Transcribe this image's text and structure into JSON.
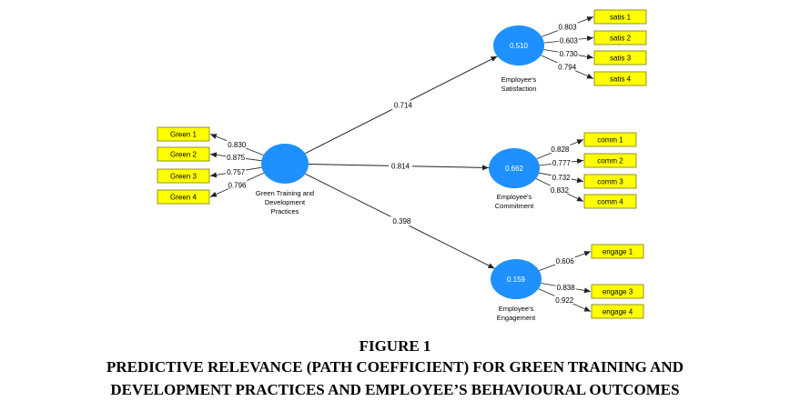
{
  "figure": {
    "number": "FIGURE 1",
    "title_line1": "PREDICTIVE RELEVANCE (PATH COEFFICIENT) FOR GREEN TRAINING AND",
    "title_line2": "DEVELOPMENT PRACTICES AND EMPLOYEE’S BEHAVIOURAL OUTCOMES"
  },
  "colors": {
    "construct": "#1e90ff",
    "indicator": "#ffff00",
    "indicator_border": "#7a7a00",
    "arrow": "#222222"
  },
  "constructs": {
    "green": {
      "label": [
        "Green Training and",
        "Development",
        "Practices"
      ],
      "value": ""
    },
    "satis": {
      "label": [
        "Employee's",
        "Satisfaction"
      ],
      "value": "0.510"
    },
    "comm": {
      "label": [
        "Employee's",
        "Commitment"
      ],
      "value": "0.662"
    },
    "engage": {
      "label": [
        "Employee's",
        "Engagement"
      ],
      "value": "0.159"
    }
  },
  "paths": [
    {
      "from": "green",
      "to": "satis",
      "coef": "0.714"
    },
    {
      "from": "green",
      "to": "comm",
      "coef": "0.814"
    },
    {
      "from": "green",
      "to": "engage",
      "coef": "0.398"
    }
  ],
  "indicators": {
    "green": [
      {
        "label": "Green 1",
        "loading": "0.830"
      },
      {
        "label": "Green 2",
        "loading": "0.875"
      },
      {
        "label": "Green 3",
        "loading": "0.757"
      },
      {
        "label": "Green 4",
        "loading": "0.796"
      }
    ],
    "satis": [
      {
        "label": "satis 1",
        "loading": "0.803"
      },
      {
        "label": "satis 2",
        "loading": "0.603"
      },
      {
        "label": "satis 3",
        "loading": "0.730"
      },
      {
        "label": "satis 4",
        "loading": "0.794"
      }
    ],
    "comm": [
      {
        "label": "comm 1",
        "loading": "0.828"
      },
      {
        "label": "comm 2",
        "loading": "0.777"
      },
      {
        "label": "comm 3",
        "loading": "0.732"
      },
      {
        "label": "comm 4",
        "loading": "0.832"
      }
    ],
    "engage": [
      {
        "label": "engage 1",
        "loading": "0.606"
      },
      {
        "label": "engage 3",
        "loading": "0.838"
      },
      {
        "label": "engage 4",
        "loading": "0.922"
      }
    ]
  }
}
